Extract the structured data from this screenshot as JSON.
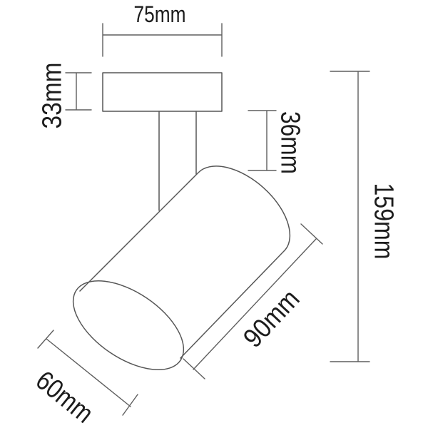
{
  "drawing": {
    "subject": "ceiling-mounted-spotlight-dimension-diagram",
    "labels": {
      "base_width": "75mm",
      "base_height": "33mm",
      "stem_length": "36mm",
      "overall_height": "159mm",
      "body_length": "90mm",
      "body_diameter": "60mm"
    },
    "colors": {
      "background": "#ffffff",
      "outline": "#565656",
      "dimension_lines": "#5e5e5e",
      "text": "#1c1c1c"
    }
  }
}
